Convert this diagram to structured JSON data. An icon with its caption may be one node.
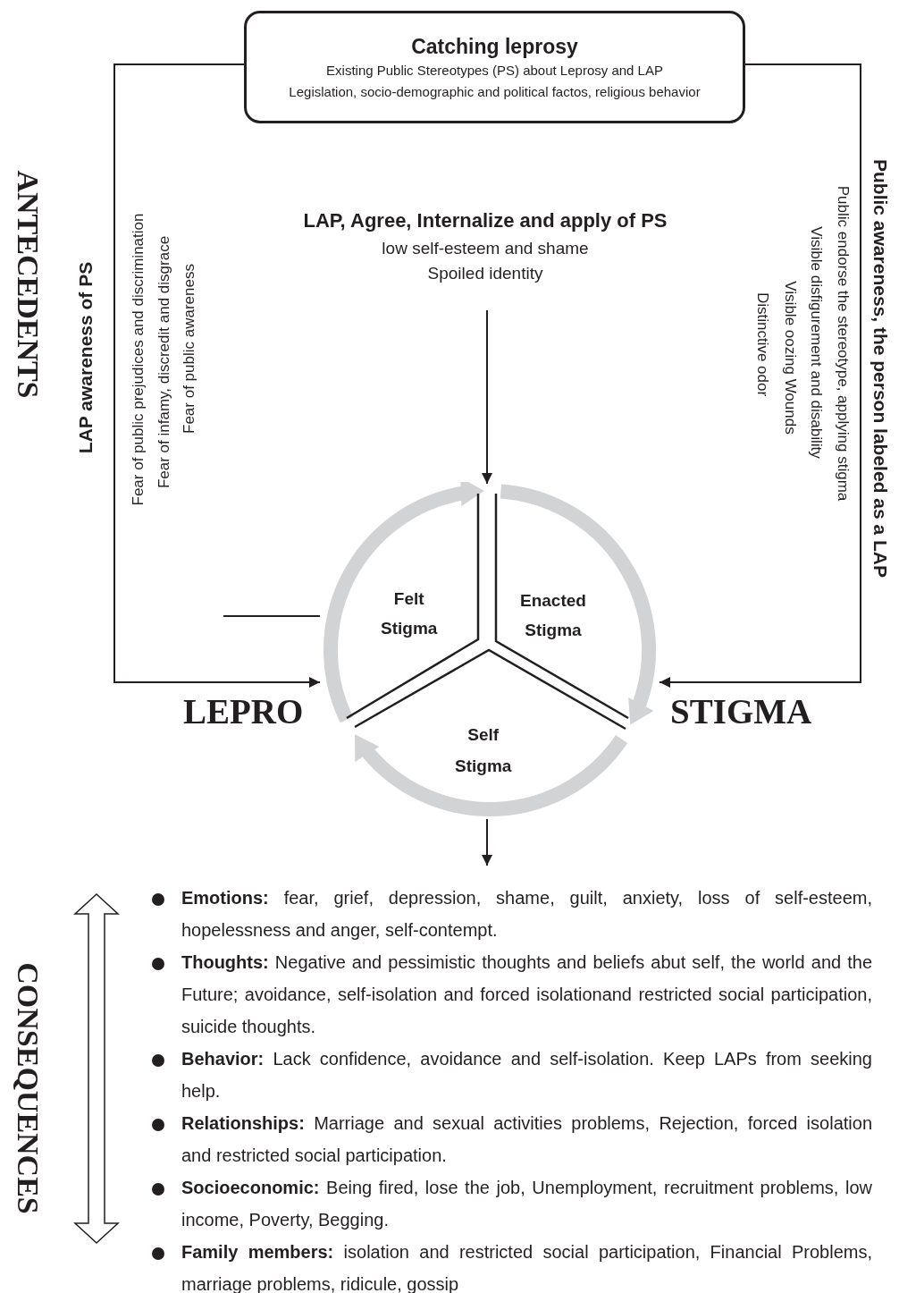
{
  "diagram": {
    "nodes": [
      {
        "text": [
          "Catching leprosy",
          "Existing Public Stereotypes (PS) about Leprosy and LAP",
          "Legislation, socio-demographic and political factos, religious behavior"
        ]
      },
      {
        "text": [
          "LAP, Agree, Internalize and apply of PS",
          "low self-esteem and shame",
          "Spoiled identity"
        ]
      },
      {
        "text": [],
        "shape": "circle"
      },
      {
        "text": [
          "Felt Stigma"
        ],
        "in": 2
      },
      {
        "text": [
          "Enacted Stigma"
        ],
        "in": 2
      },
      {
        "text": [
          "Self Stigma"
        ],
        "in": 2
      }
    ],
    "edges": [
      {
        "from": 0,
        "to": 2,
        "arrow": "to",
        "label": "LAP awareness of PS"
      },
      {
        "from": 0,
        "to": 2,
        "arrow": "to",
        "label": "Public awareness, the person labeled as a LAP"
      },
      {
        "from": 1,
        "to": 2,
        "arrow": "to"
      },
      {
        "from": 2,
        "to": null,
        "arrow": "to"
      }
    ],
    "labels": [
      "ANTECEDENTS",
      "Fear of public prejudices and discrimination",
      "Fear of infamy, discredit and disgrace",
      "Fear of public awareness",
      "Distinctive odor",
      "Visible oozing Wounds",
      "Visible disfigurement and disability",
      "Public endorse the stereotype, applying stigma",
      "LEPRO",
      "STIGMA",
      "CONSEQUENCES",
      "**Emotions:** fear, grief, depression, shame, guilt, anxiety, loss of self-esteem, hopelessness and anger, self-contempt.",
      "**Thoughts:** Negative and pessimistic thoughts and beliefs abut self, the world and the Future; avoidance, self-isolation and forced isolationand restricted social participation, suicide thoughts.",
      "**Behavior:** Lack confidence, avoidance and self-isolation. Keep LAPs from seeking help.",
      "**Relationships:** Marriage and sexual activities problems, Rejection, forced isolation and restricted social participation.",
      "**Socioeconomic:** Being fired, lose the job, Unemployment, recruitment problems, low income, Poverty, Begging.",
      "**Family members:** isolation and restricted social participation, Financial Problems, marriage problems, ridicule, gossip"
    ]
  }
}
